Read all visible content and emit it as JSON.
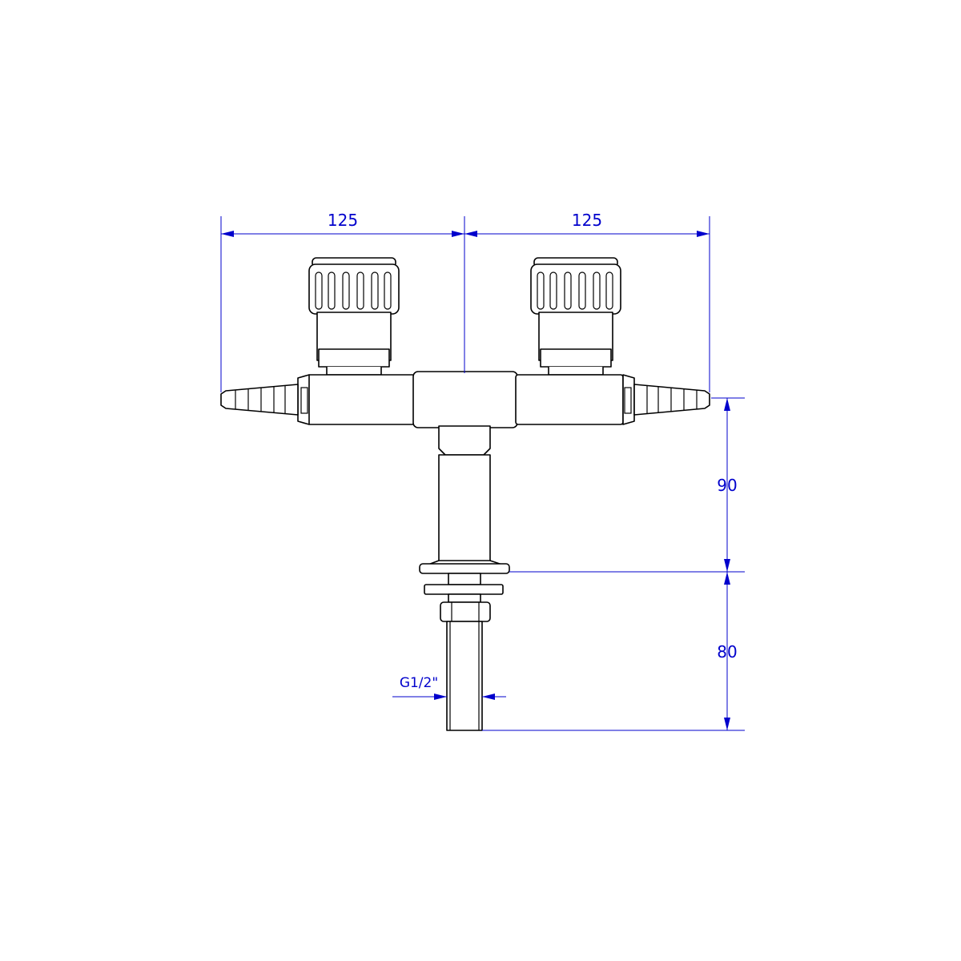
{
  "dimensions": {
    "left_spacing": "125",
    "right_spacing": "125",
    "outlet_height": "90",
    "shank_length": "80",
    "thread": "G1/2\""
  },
  "colors": {
    "outline": "#000000",
    "dimension": "#0000cc",
    "background": "#ffffff"
  }
}
